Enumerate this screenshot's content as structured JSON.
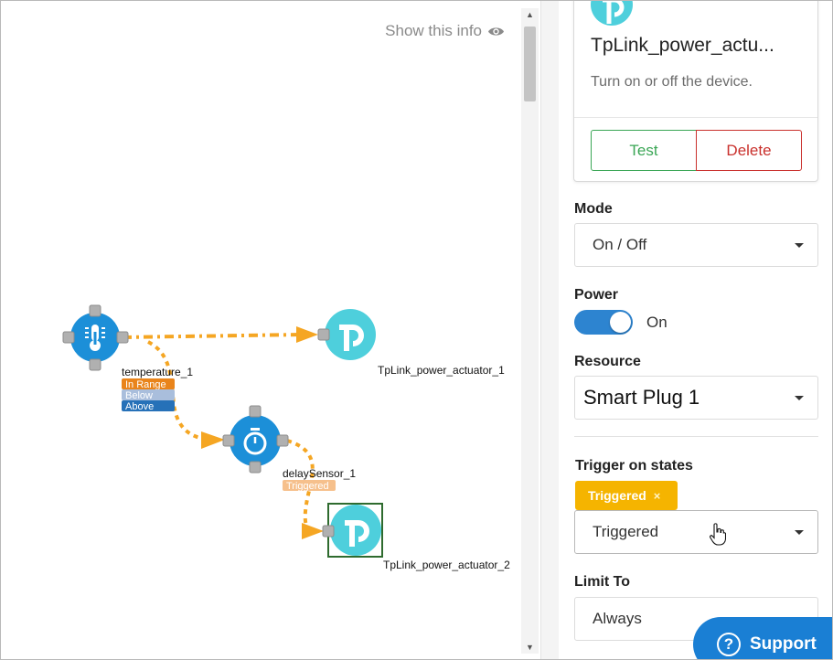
{
  "canvas": {
    "show_info_label": "Show this info",
    "nodes": {
      "temperature": {
        "label": "temperature_1",
        "states": [
          "In Range",
          "Below",
          "Above"
        ]
      },
      "actuator1": {
        "label": "TpLink_power_actuator_1"
      },
      "delay": {
        "label": "delaySensor_1",
        "states": [
          "Triggered"
        ]
      },
      "actuator2": {
        "label": "TpLink_power_actuator_2"
      }
    }
  },
  "panel": {
    "card": {
      "title": "TpLink_power_actu...",
      "description": "Turn on or off the device.",
      "test_label": "Test",
      "delete_label": "Delete"
    },
    "mode": {
      "label": "Mode",
      "value": "On / Off"
    },
    "power": {
      "label": "Power",
      "value": "On"
    },
    "resource": {
      "label": "Resource",
      "value": "Smart Plug 1"
    },
    "trigger": {
      "label": "Trigger on states",
      "chip": "Triggered",
      "chip_remove": "×",
      "value": "Triggered"
    },
    "limit": {
      "label": "Limit To",
      "value": "Always"
    }
  },
  "support": {
    "label": "Support",
    "icon_text": "?"
  },
  "colors": {
    "node_blue": "#1c8fd8",
    "actuator_cyan": "#4ecfdc",
    "edge_orange": "#f5a623",
    "in_range": "#e9841b",
    "below": "#a9bedc",
    "above": "#2671b8",
    "triggered": "#f6c08c",
    "support_blue": "#1a7fd4"
  }
}
